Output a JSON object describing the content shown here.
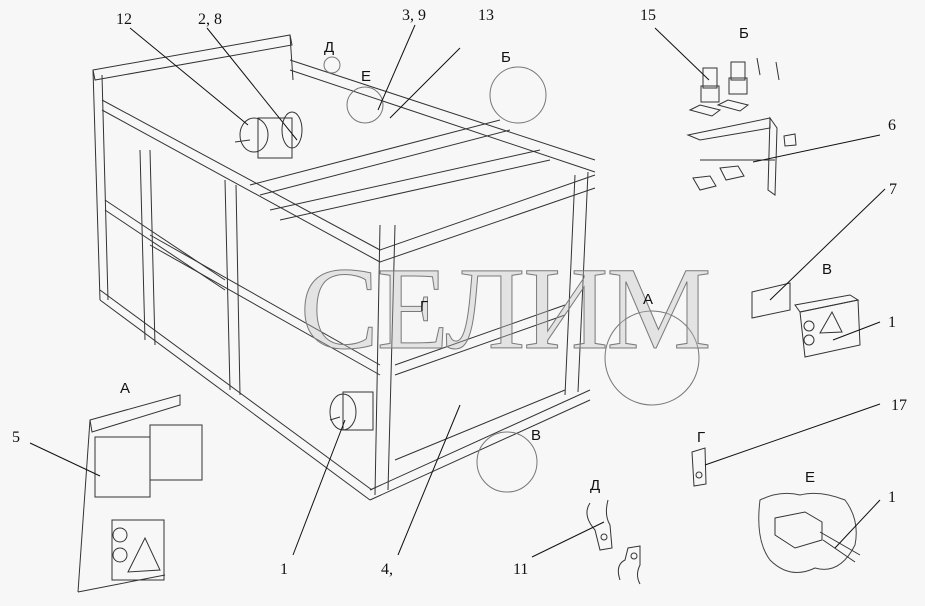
{
  "title": "Frame assembly exploded view",
  "watermark": "СЕЛИМ",
  "callouts": {
    "c12": "12",
    "c28": "2, 8",
    "c39": "3, 9",
    "c13": "13",
    "c15": "15",
    "c6": "6",
    "c7": "7",
    "c1a": "1",
    "c17": "17",
    "c1b": "1",
    "c5": "5",
    "c1c": "1",
    "c4": "4,",
    "c11": "11"
  },
  "views": {
    "d_main": "Д",
    "e_main": "Е",
    "b_main": "Б",
    "g_main": "Г",
    "a_main": "А",
    "v_main": "В",
    "b_detail": "Б",
    "v_detail": "В",
    "g_detail": "Г",
    "d_detail": "Д",
    "e_detail": "Е",
    "a_detail": "А"
  },
  "colors": {
    "line": "#222222",
    "thin": "#555555",
    "bg": "#f7f7f7"
  }
}
